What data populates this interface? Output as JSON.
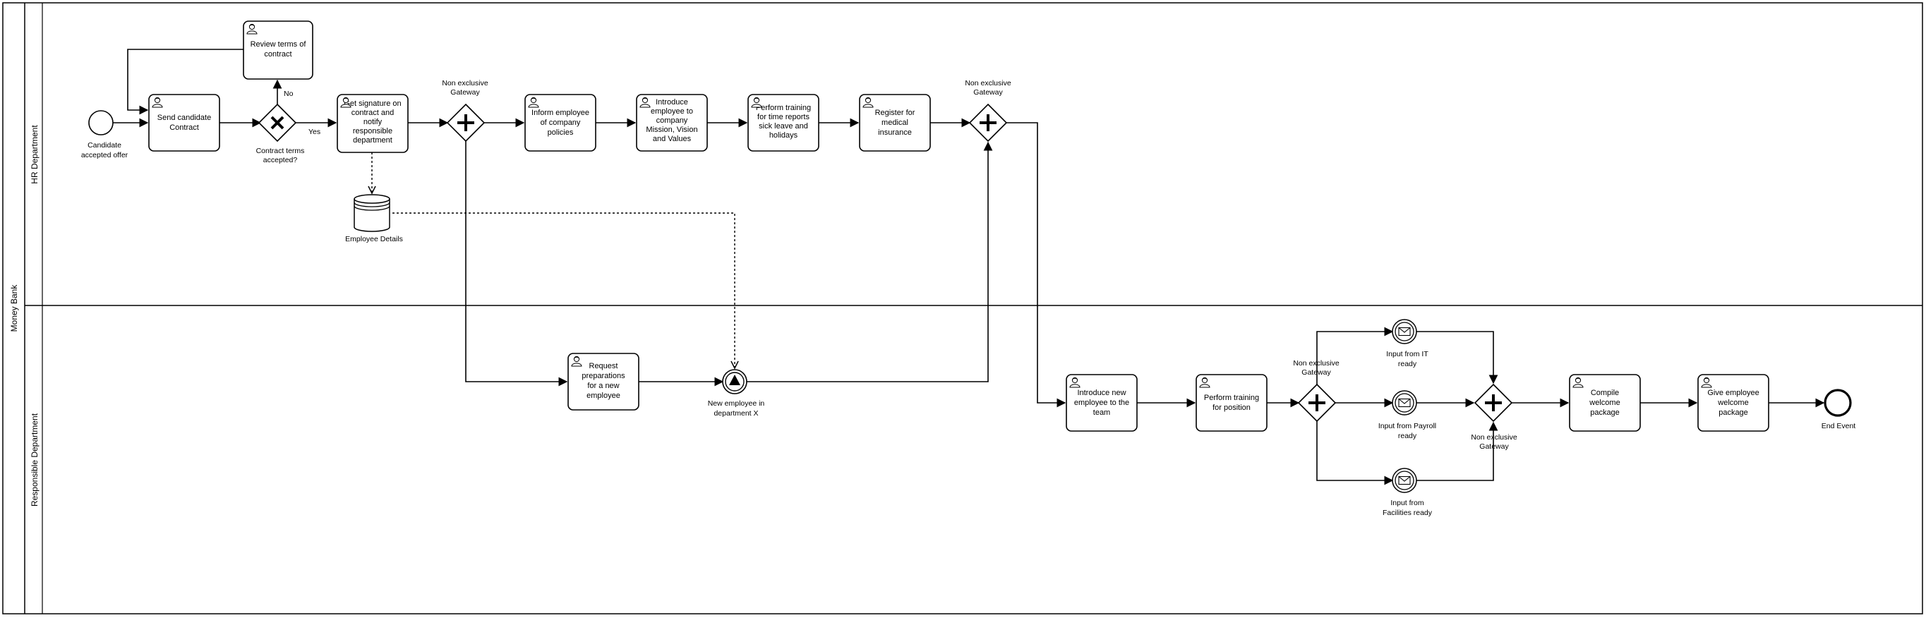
{
  "pool": {
    "label": "Money Bank"
  },
  "lanes": [
    {
      "id": "hr",
      "label": "HR Department"
    },
    {
      "id": "resp",
      "label": "Responsible Department"
    }
  ],
  "events": {
    "start": [
      "Candidate",
      "accepted offer"
    ],
    "new_employee": [
      "New employee in",
      "department X"
    ],
    "end": [
      "End Event"
    ],
    "input_it": [
      "Input from IT",
      "ready"
    ],
    "input_payroll": [
      "Input from Payroll",
      "ready"
    ],
    "input_facilities": [
      "Input from",
      "Facilities ready"
    ]
  },
  "tasks": {
    "send_contract": [
      "Send candidate",
      "Contract"
    ],
    "review_terms": [
      "Review terms of",
      "contract"
    ],
    "get_signature": [
      "Get signature on",
      "contract and",
      "notify",
      "responsible",
      "department"
    ],
    "inform_policies": [
      "Inform employee",
      "of company",
      "policies"
    ],
    "introduce_company": [
      "Introduce",
      "employee to",
      "company",
      "Mission, Vision",
      "and Values"
    ],
    "perform_training_time": [
      "Perform training",
      "for time reports",
      "sick leave and",
      "holidays"
    ],
    "register_insurance": [
      "Register for",
      "medical",
      "insurance"
    ],
    "request_preparations": [
      "Request",
      "preparations",
      "for a new",
      "employee"
    ],
    "introduce_team": [
      "Introduce new",
      "employee to the",
      "team"
    ],
    "perform_training_position": [
      "Perform training",
      "for position"
    ],
    "compile_package": [
      "Compile",
      "welcome",
      "package"
    ],
    "give_package": [
      "Give employee",
      "welcome",
      "package"
    ]
  },
  "gateways": {
    "contract_accepted": [
      "Contract terms",
      "accepted?"
    ],
    "parallel_split_hr": [
      "Non exclusive",
      "Gateway"
    ],
    "parallel_join_hr": [
      "Non exclusive",
      "Gateway"
    ],
    "parallel_split_resp": [
      "Non exclusive",
      "Gateway"
    ],
    "parallel_join_resp": [
      "Non exclusive",
      "Gateway"
    ]
  },
  "flow_labels": {
    "no": "No",
    "yes": "Yes"
  },
  "data_store": {
    "label": "Employee Details"
  }
}
